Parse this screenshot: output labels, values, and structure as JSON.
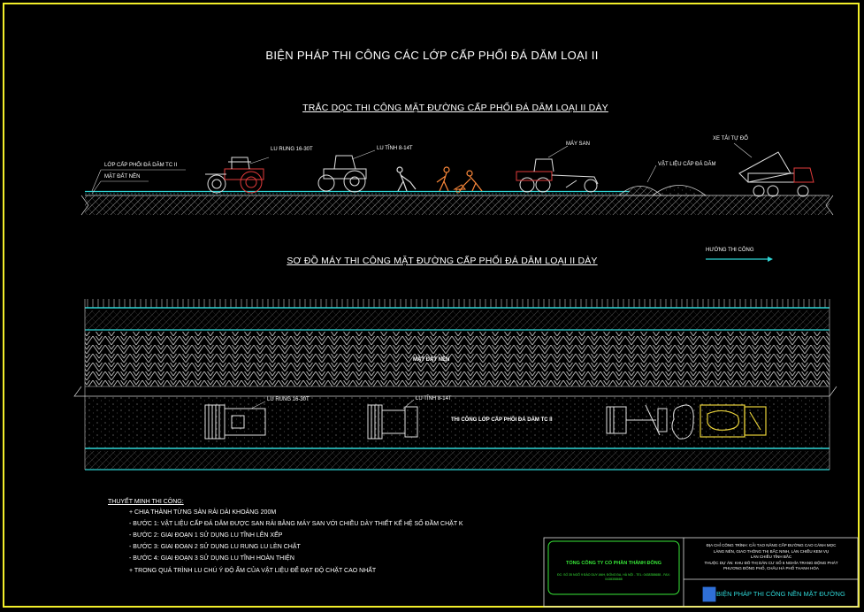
{
  "drawing": {
    "title": "BIỆN PHÁP THI CÔNG CÁC LỚP CẤP PHỐI ĐÁ DĂM LOẠI II",
    "profile_title": "TRẮC DỌC THI CÔNG MẶT ĐƯỜNG CẤP PHỐI ĐÁ DĂM  LOẠI II DÀY",
    "plan_title": "SƠ ĐỒ MÁY THI CÔNG MẶT ĐƯỜNG CẤP PHỐI ĐÁ DĂM LOẠI II DÀY"
  },
  "profile": {
    "layer_label": "LỚP CẤP PHỐI ĐÁ DĂM TC II",
    "ground_label": "MẶT ĐẤT NỀN",
    "vibro_roller": "LU RUNG 16-30T",
    "static_roller": "LU TĨNH 8-14T",
    "grader": "MÁY SAN",
    "material": "VẬT LIỆU CẤP ĐÁ DĂM",
    "dump_truck": "XE TẢI TỰ ĐỔ",
    "direction": "HƯỚNG THI CÔNG"
  },
  "plan": {
    "subgrade": "MẶT ĐẤT NỀN",
    "vibro_roller": "LU RUNG 16-30T",
    "static_roller": "LU TĨNH 8-14T",
    "work_zone": "THI CÔNG LỚP CẤP PHỐI ĐÁ DĂM TC II"
  },
  "notes": {
    "heading": "THUYẾT MINH THI CÔNG:",
    "items": [
      "+ CHIA THÀNH TỪNG SÀN RẢI DÀI KHOẢNG 200M",
      "- BƯỚC 1: VẬT LIỆU CẤP ĐÁ DĂM ĐƯỢC SAN RẢI BẰNG MÁY SAN VỚI CHIỀU DÀY THIẾT KẾ HỆ SỐ ĐẦM CHẶT K",
      "- BƯỚC 2: GIAI ĐOẠN 1 SỬ DỤNG LU TĨNH LÊN XẾP",
      "- BƯỚC 3: GIAI ĐOẠN 2 SỬ DỤNG LU RUNG LU LÈN CHẶT",
      "- BƯỚC 4: GIAI ĐOẠN 3 SỬ DỤNG LU TĨNH HOÀN THIỆN",
      "+ TRONG QUÁ TRÌNH LU CHÚ Ý ĐỘ ẨM CỦA VẬT LIỆU ĐỂ ĐẠT ĐỘ CHẶT CAO NHẤT"
    ]
  },
  "title_block": {
    "company": "TỔNG CÔNG TY CỔ PHẦN THÀNH ĐÔNG",
    "company_sub": "ĐC: SỐ 35 NGÕ 9 ĐÀO DUY ANH, ĐỐNG ĐA, HÀ NỘI - TEL: 0438358688 - FAX: 0438358688",
    "project_lines": [
      "ĐỊA CHỈ CÔNG TRÌNH: CẢI TẠO NÂNG CẤP ĐƯỜNG CAO CÁNH MỌC",
      "LÀNG NÉN, GIAO THÔNG THỊ BẮC NINH, LÀN CHIỀU KEM VỤ",
      "LÀN CHIỀU TỈNH BẮC",
      "THUỘC DỰ ÁN: KHU ĐÔ THỊ DÂN CƯ SỐ 6 NGHĨA TRANG ĐỘNG PHÁT",
      "PHƯƠNG ĐÔNG PHỐ, CHÂU HÀ PHỐ THANH HÓA"
    ],
    "drawing_name": "BIỆN PHÁP THI CÔNG NỀN MẶT ĐƯỜNG"
  },
  "colors": {
    "frame": "#f2ee2a",
    "cyan": "#2fd6d6",
    "green": "#37e637",
    "red": "#e23b3b",
    "orange": "#ff8a3b",
    "yellow": "#e8d13a",
    "gray": "#9a9a9a"
  }
}
